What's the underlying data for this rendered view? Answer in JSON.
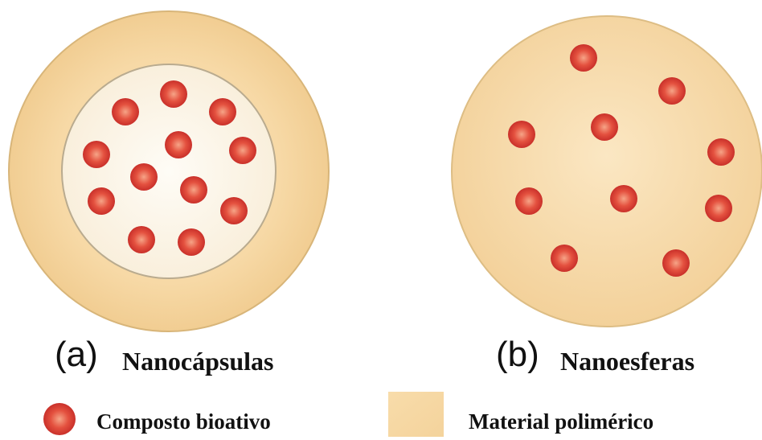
{
  "panels": [
    {
      "letter": "(a)",
      "name": "Nanocápsulas"
    },
    {
      "letter": "(b)",
      "name": "Nanoesferas"
    }
  ],
  "legend": {
    "bioactive_label": "Composto bioativo",
    "polymer_label": "Material polimérico"
  },
  "colors": {
    "polymer": "#f6d6a2",
    "polymer_edge": "#d9b67a",
    "core": "#fdf8ee",
    "particle": "#de3b34",
    "particle_center": "#f6a487"
  }
}
